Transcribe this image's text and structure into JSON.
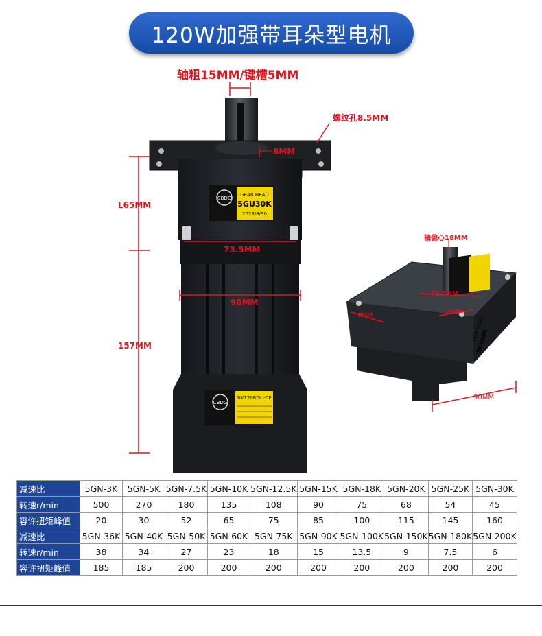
{
  "title": "120W加强带耳朵型电机",
  "dimensions": {
    "shaft": "轴粗15MM/键槽5MM",
    "screw_hole": "螺纹孔8.5MM",
    "key_depth": "6MM",
    "height_gear": "L65MM",
    "flange_width": "73.5MM",
    "body_width": "90MM",
    "height_motor": "157MM",
    "eccentric": "轴偏心18MM",
    "side_flange": "73.5MM",
    "side_depth": "8MM",
    "side_offset": "10MM",
    "side_width": "90MM"
  },
  "labels": {
    "brand": "CBDG",
    "gear_line1": "GEAR HEAD",
    "gear_line2": "5GU30K",
    "gear_line3": "2023/8/30",
    "motor_line1": "5IK120RGU-CF",
    "side_line1": "GEAR HEAD",
    "side_line2": "5GU20K"
  },
  "colors": {
    "title_bg": "#1d57bd",
    "table_header_bg": "#1d4496",
    "dimension_red": "#e0141e"
  },
  "table": {
    "rows": [
      {
        "label": "减速比",
        "cells": [
          "5GN-3K",
          "5GN-5K",
          "5GN-7.5K",
          "5GN-10K",
          "5GN-12.5K",
          "5GN-15K",
          "5GN-18K",
          "5GN-20K",
          "5GN-25K",
          "5GN-30K"
        ]
      },
      {
        "label": "转速r/min",
        "cells": [
          "500",
          "270",
          "180",
          "135",
          "108",
          "90",
          "75",
          "68",
          "54",
          "45"
        ]
      },
      {
        "label": "容许扭矩峰值",
        "cells": [
          "20",
          "30",
          "52",
          "65",
          "75",
          "85",
          "100",
          "115",
          "145",
          "160"
        ]
      },
      {
        "label": "减速比",
        "cells": [
          "5GN-36K",
          "5GN-40K",
          "5GN-50K",
          "5GN-60K",
          "5GN-75K",
          "5GN-90K",
          "5GN-100K",
          "5GN-150K",
          "5GN-180K",
          "5GN-200K"
        ]
      },
      {
        "label": "转速r/min",
        "cells": [
          "38",
          "34",
          "27",
          "23",
          "18",
          "15",
          "13.5",
          "9",
          "7.5",
          "6"
        ]
      },
      {
        "label": "容许扭矩峰值",
        "cells": [
          "185",
          "185",
          "200",
          "200",
          "200",
          "200",
          "200",
          "200",
          "200",
          "200"
        ]
      }
    ]
  }
}
